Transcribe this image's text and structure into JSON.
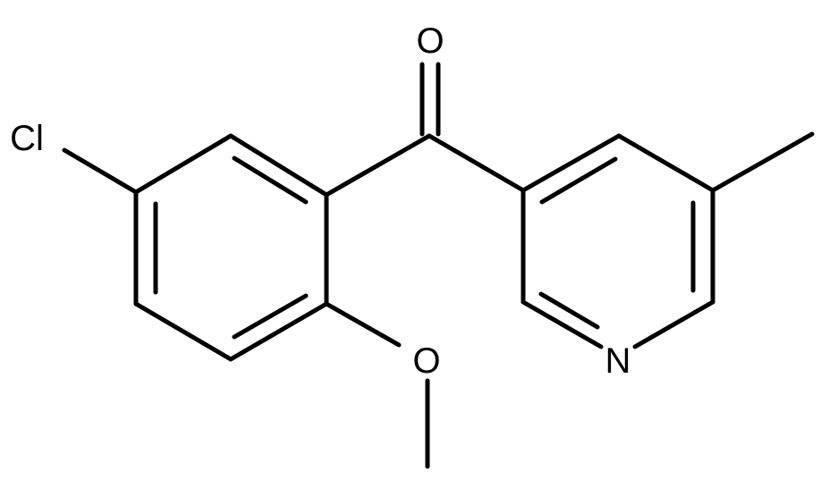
{
  "molecule": {
    "atoms": {
      "chlorine": "Cl",
      "carbonyl_oxygen": "O",
      "methoxy_oxygen": "O",
      "pyridine_nitrogen": "N"
    }
  },
  "colors": {
    "bond": "#000000",
    "label": "#000000",
    "background": "#ffffff"
  }
}
